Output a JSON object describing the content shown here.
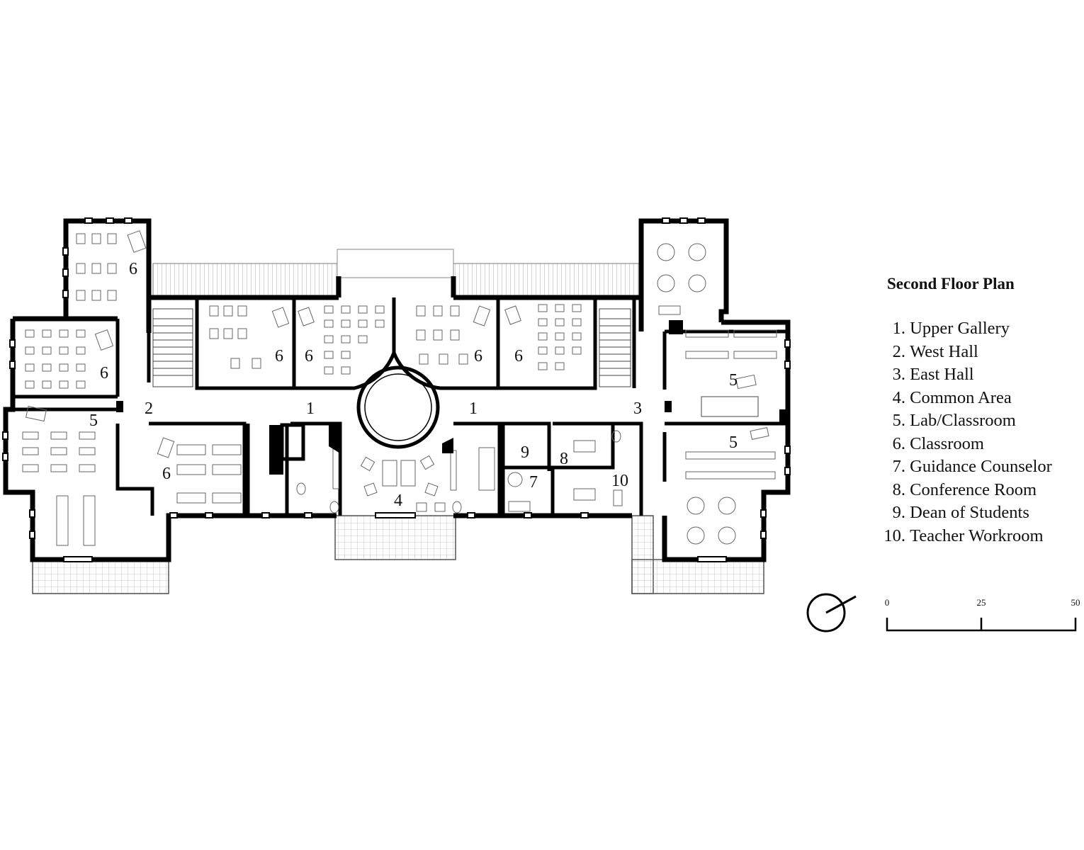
{
  "title": "Second Floor Plan",
  "legend": [
    {
      "num": "1.",
      "label": "Upper Gallery"
    },
    {
      "num": "2.",
      "label": "West Hall"
    },
    {
      "num": "3.",
      "label": "East Hall"
    },
    {
      "num": "4.",
      "label": "Common Area"
    },
    {
      "num": "5.",
      "label": "Lab/Classroom"
    },
    {
      "num": "6.",
      "label": "Classroom"
    },
    {
      "num": "7.",
      "label": "Guidance Counselor"
    },
    {
      "num": "8.",
      "label": "Conference Room"
    },
    {
      "num": "9.",
      "label": "Dean of Students"
    },
    {
      "num": "10.",
      "label": "Teacher Workroom"
    }
  ],
  "room_tags": [
    "6",
    "6",
    "5",
    "2",
    "6",
    "6",
    "6",
    "6",
    "6",
    "1",
    "1",
    "4",
    "9",
    "8",
    "7",
    "10",
    "3",
    "5",
    "5"
  ],
  "scale": {
    "ticks": [
      "0",
      "25",
      "50"
    ]
  },
  "north_arrow": "north-arrow-icon"
}
